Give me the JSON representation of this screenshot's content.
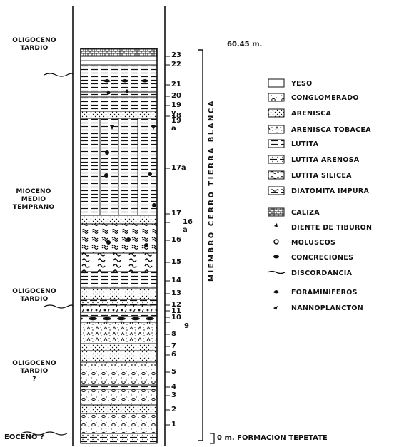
{
  "column": {
    "layers": [
      {
        "id": "23",
        "label": "23"
      },
      {
        "id": "22",
        "label": "22"
      },
      {
        "id": "21",
        "label": "21"
      },
      {
        "id": "20",
        "label": "20"
      },
      {
        "id": "19",
        "label": "19 y 19 a"
      },
      {
        "id": "18",
        "label": "18"
      },
      {
        "id": "17a",
        "label": "17a"
      },
      {
        "id": "17",
        "label": "17"
      },
      {
        "id": "16a",
        "label": "16 a"
      },
      {
        "id": "16",
        "label": "16"
      },
      {
        "id": "15",
        "label": "15"
      },
      {
        "id": "14",
        "label": "14"
      },
      {
        "id": "13",
        "label": "13"
      },
      {
        "id": "12",
        "label": "12"
      },
      {
        "id": "11",
        "label": "11"
      },
      {
        "id": "10",
        "label": "10"
      },
      {
        "id": "9",
        "label": "9"
      },
      {
        "id": "8",
        "label": "8"
      },
      {
        "id": "7",
        "label": "7"
      },
      {
        "id": "6",
        "label": "6"
      },
      {
        "id": "5",
        "label": "5"
      },
      {
        "id": "4",
        "label": "4"
      },
      {
        "id": "3",
        "label": "3"
      },
      {
        "id": "2",
        "label": "2"
      },
      {
        "id": "1",
        "label": "1"
      }
    ]
  },
  "ages": {
    "top": [
      "OLIGOCENO",
      "TARDIO"
    ],
    "middle": [
      "MIOCENO",
      "MEDIO",
      "TEMPRANO"
    ],
    "upper_oligo": [
      "OLIGOCENO",
      "TARDIO"
    ],
    "lower_oligo": [
      "OLIGOCENO",
      "TARDIO",
      "?"
    ],
    "bottom": "EOCENO ?"
  },
  "thickness_top": "60.45 m.",
  "bottom_label": "0 m. FORMACION TEPETATE",
  "member_label": "MIEMBRO CERRO TIERRA BLANCA",
  "legend": [
    {
      "key": "yeso",
      "label": "YESO",
      "type": "swatch"
    },
    {
      "key": "conglomerado",
      "label": "CONGLOMERADO",
      "type": "swatch"
    },
    {
      "key": "arenisca",
      "label": "ARENISCA",
      "type": "swatch"
    },
    {
      "key": "arenisca_tobacea",
      "label": "ARENISCA TOBACEA",
      "type": "swatch"
    },
    {
      "key": "lutita",
      "label": "LUTITA",
      "type": "swatch"
    },
    {
      "key": "lutita_arenosa",
      "label": "LUTITA ARENOSA",
      "type": "swatch"
    },
    {
      "key": "lutita_silicea",
      "label": "LUTITA SILICEA",
      "type": "swatch"
    },
    {
      "key": "diatomita",
      "label": "DIATOMITA IMPURA",
      "type": "swatch"
    },
    {
      "key": "caliza",
      "label": "CALIZA",
      "type": "swatch"
    },
    {
      "key": "diente",
      "label": "DIENTE DE TIBURON",
      "type": "symbol",
      "icon": "shark-tooth-icon"
    },
    {
      "key": "moluscos",
      "label": "MOLUSCOS",
      "type": "symbol",
      "icon": "mollusc-icon"
    },
    {
      "key": "concreciones",
      "label": "CONCRECIONES",
      "type": "symbol",
      "icon": "concretion-icon"
    },
    {
      "key": "discordancia",
      "label": "DISCORDANCIA",
      "type": "symbol",
      "icon": "unconformity-icon"
    },
    {
      "key": "foraminiferos",
      "label": "FORAMINIFEROS",
      "type": "symbol",
      "icon": "foraminifera-icon"
    },
    {
      "key": "nannoplancton",
      "label": "NANNOPLANCTON",
      "type": "symbol",
      "icon": "nannoplankton-icon"
    }
  ]
}
